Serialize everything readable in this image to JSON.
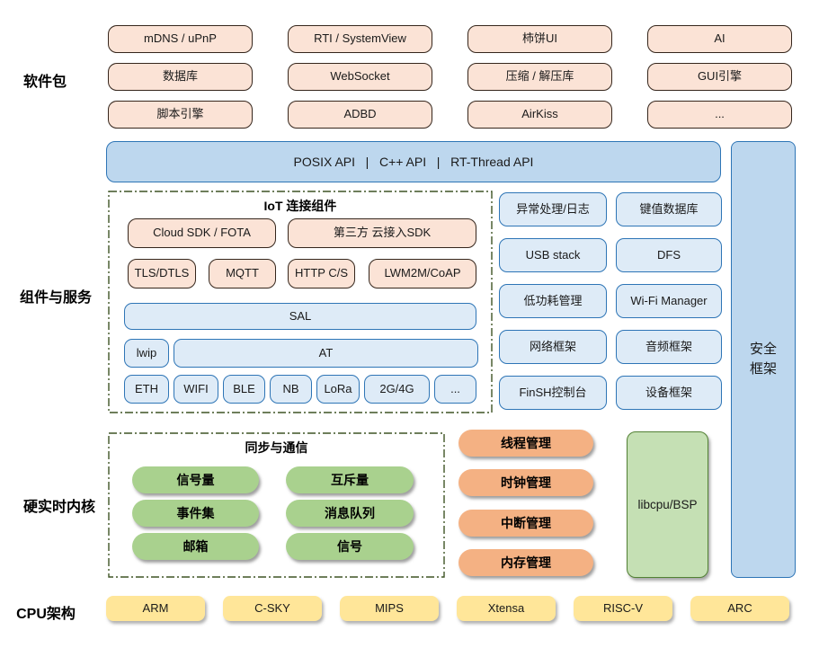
{
  "sections": {
    "packages_label": "软件包",
    "components_label": "组件与服务",
    "kernel_label": "硬实时内核",
    "cpu_label": "CPU架构"
  },
  "packages": {
    "items": [
      "mDNS / uPnP",
      "RTI / SystemView",
      "柿饼UI",
      "AI",
      "数据库",
      "WebSocket",
      "压缩 / 解压库",
      "GUI引擎",
      "脚本引擎",
      "ADBD",
      "AirKiss",
      "..."
    ]
  },
  "api_band": {
    "label": "POSIX API   |   C++ API   |   RT-Thread API"
  },
  "security_bar": {
    "line1": "安全",
    "line2": "框架"
  },
  "iot": {
    "title": "IoT 连接组件",
    "cloud_sdk": "Cloud SDK / FOTA",
    "third_party_sdk": "第三方 云接入SDK",
    "protocols": [
      "TLS/DTLS",
      "MQTT",
      "HTTP C/S",
      "LWM2M/CoAP"
    ],
    "sal": "SAL",
    "lwip": "lwip",
    "at": "AT",
    "links": [
      "ETH",
      "WIFI",
      "BLE",
      "NB",
      "LoRa",
      "2G/4G",
      "..."
    ]
  },
  "services": {
    "items": [
      "异常处理/日志",
      "键值数据库",
      "USB stack",
      "DFS",
      "低功耗管理",
      "Wi-Fi Manager",
      "网络框架",
      "音频框架",
      "FinSH控制台",
      "设备框架"
    ]
  },
  "sync": {
    "title": "同步与通信",
    "items": [
      "信号量",
      "互斥量",
      "事件集",
      "消息队列",
      "邮箱",
      "信号"
    ]
  },
  "kernel": {
    "items": [
      "线程管理",
      "时钟管理",
      "中断管理",
      "内存管理"
    ],
    "libcpu": "libcpu/BSP"
  },
  "cpu_archs": {
    "items": [
      "ARM",
      "C-SKY",
      "MIPS",
      "Xtensa",
      "RISC-V",
      "ARC"
    ]
  },
  "colors": {
    "peach_fill": "#FBE3D6",
    "peach_border": "#35261C",
    "blue_fill": "#BDD7EE",
    "blue_fill_light": "#DEEBF7",
    "blue_border": "#2E75B6",
    "green_pill": "#A9D18E",
    "orange_pill": "#F4B183",
    "yellow_fill": "#FFE699",
    "libcpu_fill": "#C5E0B4",
    "libcpu_border": "#538135",
    "dash_border": "#3E5425"
  }
}
